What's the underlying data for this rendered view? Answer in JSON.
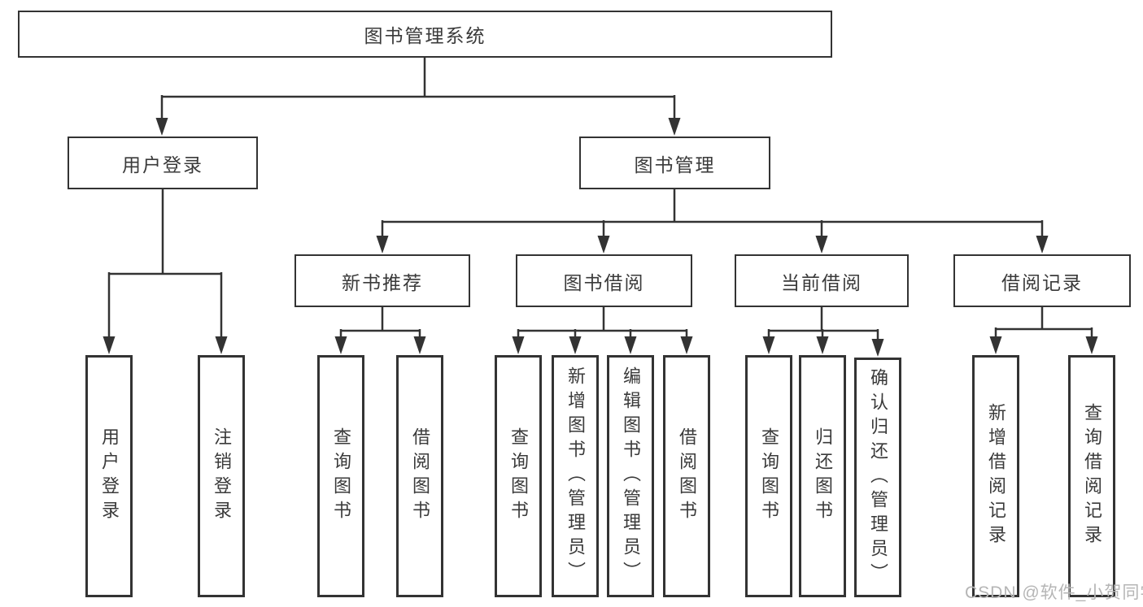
{
  "diagram": {
    "title": "图书管理系统",
    "level2": {
      "user_login": "用户登录",
      "book_mgmt": "图书管理"
    },
    "level3": {
      "new_book_rec": "新书推荐",
      "book_borrow": "图书借阅",
      "current_borrow": "当前借阅",
      "borrow_record": "借阅记录"
    },
    "leaves": {
      "user_login": "用户登录",
      "logout": "注销登录",
      "nb_query": "查询图书",
      "nb_borrow": "借阅图书",
      "bb_query": "查询图书",
      "bb_add": "新增图书（管理员）",
      "bb_edit": "编辑图书（管理员）",
      "bb_borrow": "借阅图书",
      "cb_query": "查询图书",
      "cb_return": "归还图书",
      "cb_confirm": "确认归还（管理员）",
      "br_add": "新增借阅记录",
      "br_query": "查询借阅记录"
    }
  },
  "watermark": "CSDN @软件_小贺同学",
  "colors": {
    "line": "#333333",
    "box_border": "#333333",
    "text": "#3a3a3a",
    "watermark": "#b5b5b5",
    "background": "#ffffff"
  }
}
